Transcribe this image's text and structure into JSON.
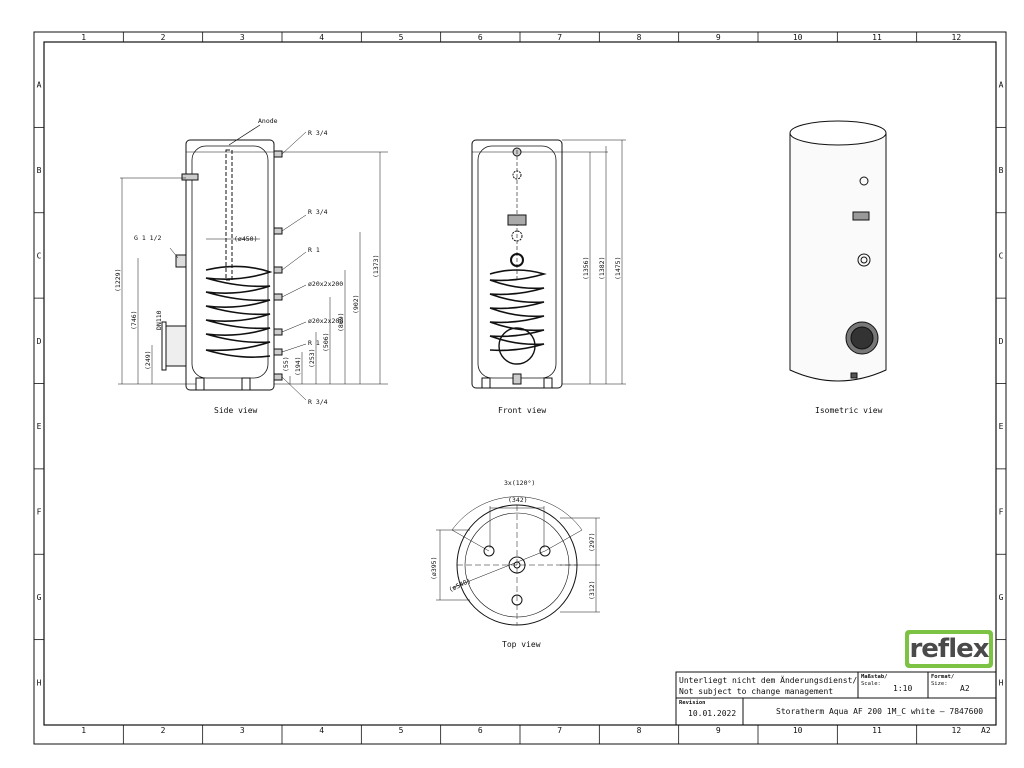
{
  "zones": {
    "columns": [
      "1",
      "2",
      "3",
      "4",
      "5",
      "6",
      "7",
      "8",
      "9",
      "10",
      "11",
      "12"
    ],
    "rows": [
      "A",
      "B",
      "C",
      "D",
      "E",
      "F",
      "G",
      "H"
    ]
  },
  "views": {
    "side": {
      "caption": "Side view",
      "labels": {
        "anode": "Anode",
        "r34_top": "R 3/4",
        "r34_mid": "R 3/4",
        "g112": "G 1 1/2",
        "dn110": "DN110",
        "dia450": "(ø450)",
        "r1_upper": "R 1",
        "coil_upper": "ø20x2x200",
        "coil_lower": "ø20x2x200",
        "r1_lower": "R 1",
        "r34_bottom": "R 3/4"
      },
      "dims": [
        "(1229)",
        "(746)",
        "(249)",
        "(1373)",
        "(902)",
        "(869)",
        "(506)",
        "(253)",
        "(194)",
        "(55)"
      ]
    },
    "front": {
      "caption": "Front view",
      "dims": [
        "(1356)",
        "(1382)",
        "(1475)"
      ]
    },
    "isometric": {
      "caption": "Isometric view"
    },
    "top": {
      "caption": "Top view",
      "labels": {
        "angle": "3x(120°)",
        "d342": "(342)",
        "d395": "(ø395)",
        "d540": "(ø540)",
        "d297": "(297)",
        "d312": "(312)"
      }
    }
  },
  "logo": {
    "text": "reflex",
    "color": "#7cc243"
  },
  "title_block": {
    "notice_de": "Unterliegt nicht dem Änderungsdienst/",
    "notice_en": "Not subject to change management",
    "scale_label_de": "Maßstab/",
    "scale_label_en": "Scale:",
    "scale_value": "1:10",
    "format_label_de": "Format/",
    "format_label_en": "Size:",
    "format_value": "A2",
    "revision_label": "Revision",
    "revision_date": "10.01.2022",
    "product": "Storatherm Aqua AF 200 1M_C white – 7847600",
    "size_corner": "A2"
  }
}
